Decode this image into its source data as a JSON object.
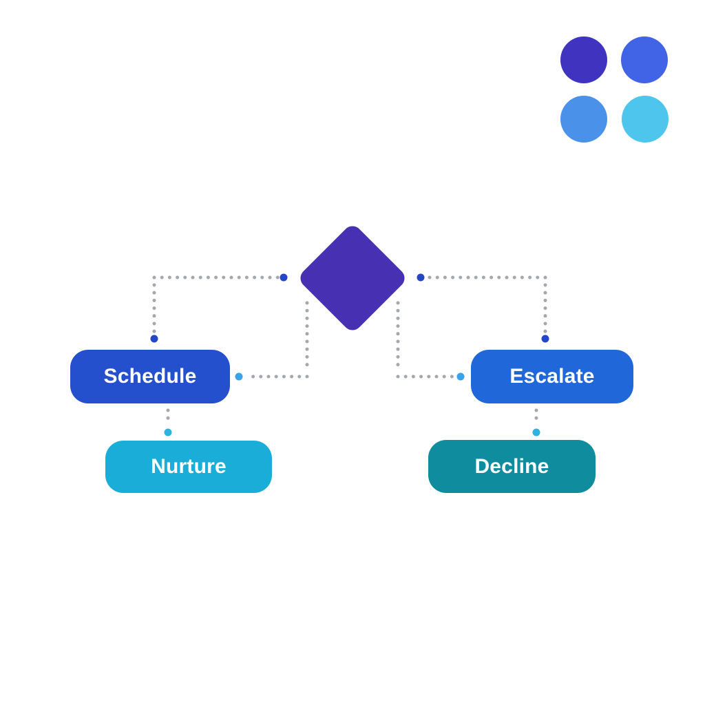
{
  "canvas": {
    "background": "#ffffff"
  },
  "palette": [
    {
      "name": "indigo-circle",
      "color": "#4033c0"
    },
    {
      "name": "blue-circle",
      "color": "#4163e5"
    },
    {
      "name": "sky-circle",
      "color": "#4a91e9"
    },
    {
      "name": "cyan-circle",
      "color": "#4dc5ec"
    }
  ],
  "flowchart": {
    "decision": {
      "shape": "diamond",
      "color": "#4731b2"
    },
    "nodes": [
      {
        "id": "schedule",
        "label": "Schedule",
        "color": "#2450cd"
      },
      {
        "id": "escalate",
        "label": "Escalate",
        "color": "#2068d9"
      },
      {
        "id": "nurture",
        "label": "Nurture",
        "color": "#1aadd8"
      },
      {
        "id": "decline",
        "label": "Decline",
        "color": "#108c9f"
      }
    ],
    "connectors": {
      "dot_color": "#a5a7ae",
      "endpoint_blue": "#2446c9",
      "endpoint_sky": "#38a3ea",
      "endpoint_cyan": "#2cb3e0"
    }
  }
}
